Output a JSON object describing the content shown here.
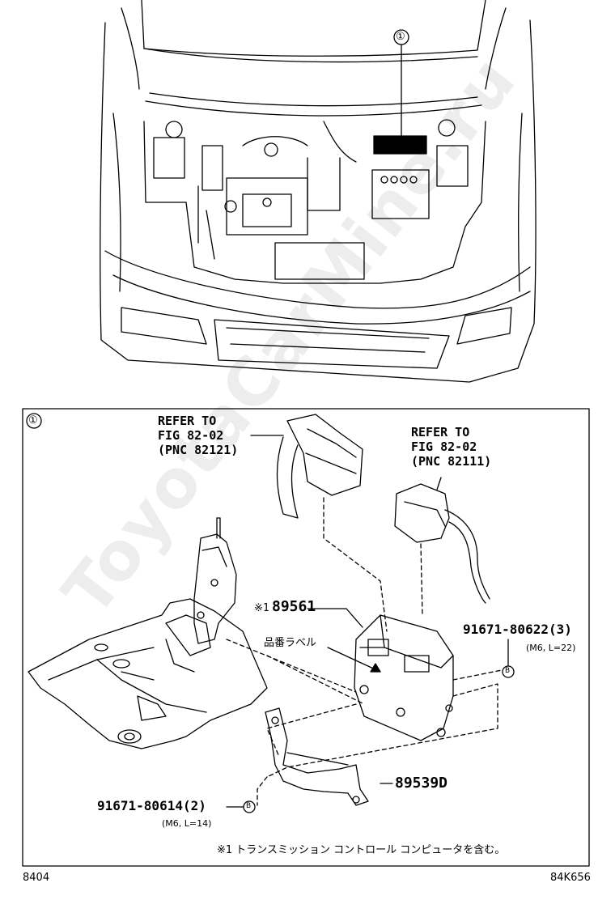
{
  "top_callout": "①",
  "detail": {
    "callout": "①",
    "refer_a": [
      "REFER TO",
      "FIG 82-02",
      "(PNC 82121)"
    ],
    "refer_b": [
      "REFER TO",
      "FIG 82-02",
      "(PNC 82111)"
    ],
    "part_89561": "89561",
    "note_mark": "※1",
    "label_jp": "品番ラベル",
    "bolt_a_part": "91671-80622(3)",
    "bolt_a_spec": "(M6, L=22)",
    "bolt_a_ref": "B",
    "bolt_b_part": "91671-80614(2)",
    "bolt_b_spec": "(M6, L=14)",
    "bolt_b_ref": "B",
    "bracket_part": "89539D"
  },
  "footnote": "※1 トランスミッション コントロール コンピュータを含む。",
  "footer_left": "8404",
  "footer_right": "84K656",
  "watermark": "ToyotaCarMine.ru"
}
